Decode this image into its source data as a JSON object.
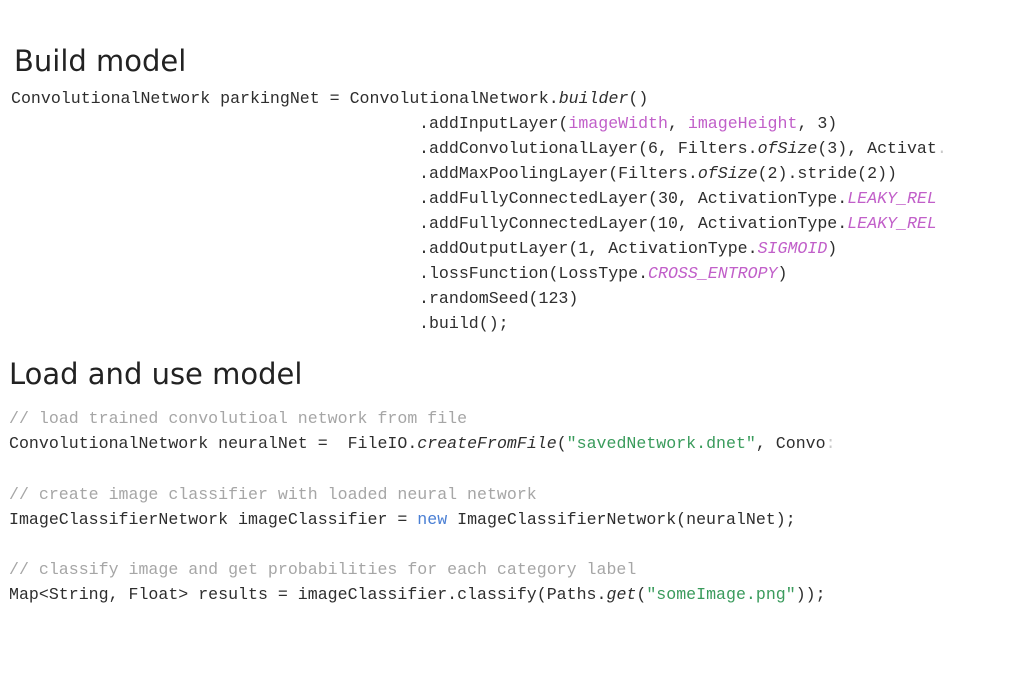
{
  "sections": {
    "build": {
      "title": "Build model",
      "lines": [
        {
          "decl": "ConvolutionalNetwork parkingNet = ",
          "call": "ConvolutionalNetwork.",
          "method": "builder",
          "tail": "()"
        },
        {
          "prefix": ".addInputLayer(",
          "arg1": "imageWidth",
          "sep": ", ",
          "arg2": "imageHeight",
          "tail": ", 3)"
        },
        {
          "prefix": ".addConvolutionalLayer(6, Filters.",
          "method": "ofSize",
          "tail": "(3), Activat",
          "cut": "."
        },
        {
          "prefix": ".addMaxPoolingLayer(Filters.",
          "method": "ofSize",
          "tail": "(2).stride(2))"
        },
        {
          "prefix": ".addFullyConnectedLayer(30, ActivationType.",
          "const": "LEAKY_REL"
        },
        {
          "prefix": ".addFullyConnectedLayer(10, ActivationType.",
          "const": "LEAKY_REL"
        },
        {
          "prefix": ".addOutputLayer(1, ActivationType.",
          "const": "SIGMOID",
          "tail": ")"
        },
        {
          "prefix": ".lossFunction(LossType.",
          "const": "CROSS_ENTROPY",
          "tail": ")"
        },
        {
          "prefix": ".randomSeed(123)"
        },
        {
          "prefix": ".build();"
        }
      ]
    },
    "load": {
      "title": "Load and use model",
      "blocks": [
        {
          "comment": "// load trained convolutioal network from file",
          "code": {
            "decl": "ConvolutionalNetwork neuralNet =  FileIO.",
            "method": "createFromFile",
            "open": "(",
            "string": "\"savedNetwork.dnet\"",
            "tail": ", Convo",
            "cut": ":"
          }
        },
        {
          "comment": "// create image classifier with loaded neural network",
          "code": {
            "decl": "ImageClassifierNetwork imageClassifier = ",
            "keyword": "new",
            "tail": " ImageClassifierNetwork(neuralNet);"
          }
        },
        {
          "comment": "// classify image and get probabilities for each category label",
          "code": {
            "decl": "Map<String, Float> results = imageClassifier.classify(Paths.",
            "method": "get",
            "open": "(",
            "string": "\"someImage.png\"",
            "tail": "));"
          }
        }
      ]
    }
  },
  "colors": {
    "text": "#2e2e2e",
    "parameter": "#c15fc9",
    "string": "#3a9b5c",
    "keyword": "#4a7fd4",
    "comment": "#a6a6a6",
    "background": "#ffffff"
  }
}
